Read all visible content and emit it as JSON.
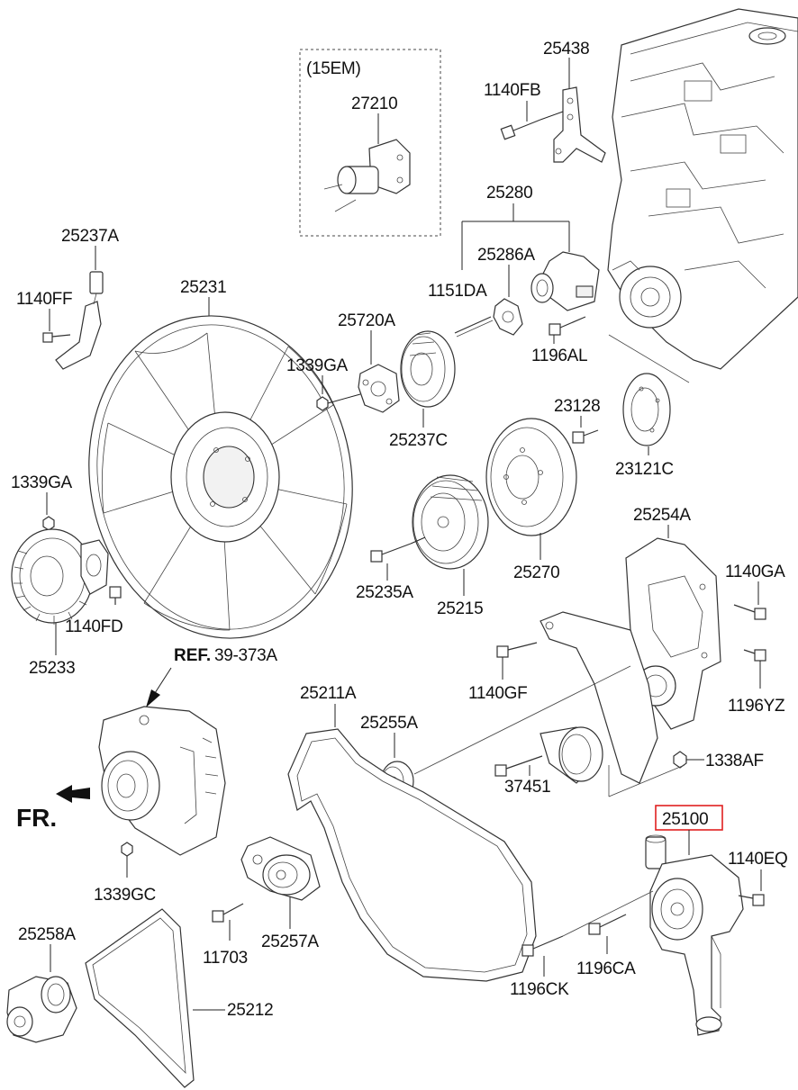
{
  "labels": {
    "p25438": "25438",
    "p1140FB": "1140FB",
    "p15EM": "(15EM)",
    "p27210": "27210",
    "p25280": "25280",
    "p25286A": "25286A",
    "p1151DA": "1151DA",
    "p1196AL": "1196AL",
    "p25237A": "25237A",
    "p1140FF": "1140FF",
    "p25231": "25231",
    "p25720A": "25720A",
    "p1339GA_top": "1339GA",
    "p25237C": "25237C",
    "p23128": "23128",
    "p23121C": "23121C",
    "p1339GA_left": "1339GA",
    "p25233": "25233",
    "p1140FD": "1140FD",
    "p25235A": "25235A",
    "p25215": "25215",
    "p25270": "25270",
    "p25254A": "25254A",
    "p1140GA": "1140GA",
    "p1140GF": "1140GF",
    "p1196YZ": "1196YZ",
    "ref_bold": "REF.",
    "ref_num": "39-373A",
    "p25211A": "25211A",
    "p25255A": "25255A",
    "p1338AF": "1338AF",
    "p37451": "37451",
    "fr": "FR.",
    "p25100": "25100",
    "p1140EQ": "1140EQ",
    "p1339GC": "1339GC",
    "p11703": "11703",
    "p25257A": "25257A",
    "p25258A": "25258A",
    "p25212": "25212",
    "p1196CK": "1196CK",
    "p1196CA": "1196CA"
  },
  "highlight": {
    "part": "25100",
    "color": "#e02020"
  }
}
